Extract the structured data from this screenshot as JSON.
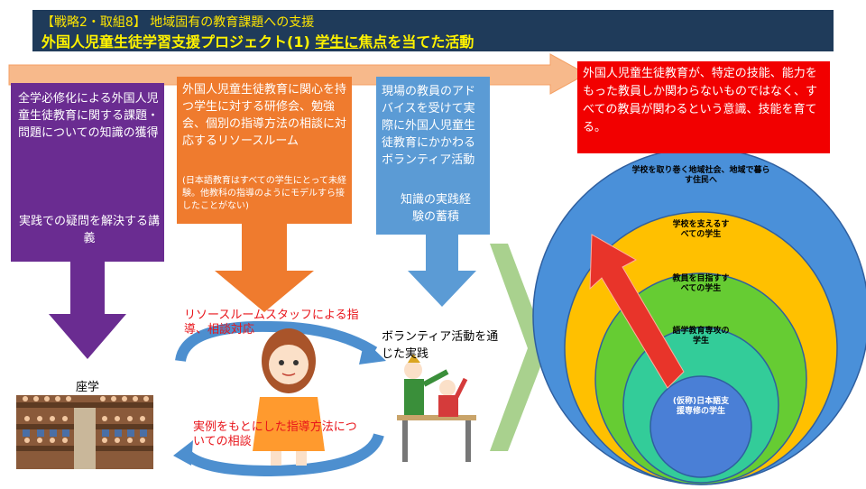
{
  "header": {
    "subtitle": "【戦略2・取組8】 地域固有の教育課題への支援",
    "title_main": "外国人児童生徒学習支援プロジェクト(1) ",
    "title_underlined": "学生に",
    "title_tail": "焦点を当てた活動"
  },
  "col1": {
    "text1": "全学必修化による外国人児童生徒教育に関する課題・問題についての知識の獲得",
    "text2": "実践での疑問を解決する講義",
    "caption": "座学"
  },
  "col2": {
    "text1": "外国人児童生徒教育に関心を持つ学生に対する研修会、勉強会、個別の指導方法の相談に対応するリソースルーム",
    "note": "(日本語教育はすべての学生にとって未経験。他教科の指導のようにモデルすら接したことがない)",
    "red_top": "リソースルームスタッフによる指導、相談対応",
    "red_bottom": "実例をもとにした指導方法についての相談"
  },
  "col3": {
    "text1": "現場の教員のアドバイスを受けて実際に外国人児童生徒教育にかかわるボランティア活動",
    "text2": "知識の実践経験の蓄積",
    "caption": "ボランティア活動を通じた実践"
  },
  "goal": "外国人児童生徒教育が、特定の技能、能力をもった教員しか関わらないものではなく、すべての教員が関わるという意識、技能を育てる。",
  "rings": [
    "学校を取り巻く地域社会、地域で暮らす住民へ",
    "学校を支えるすべての学生",
    "教員を目指すすべての学生",
    "語学教育専攻の学生",
    "(仮称)日本語支援専修の学生"
  ],
  "colors": {
    "header_bg": "#1f3b5a",
    "header_text": "#fff200",
    "purple": "#6a2c91",
    "orange": "#ef7b2e",
    "blue": "#5b9bd5",
    "red": "#f20000",
    "ring_outer": "#4a90d9",
    "ring_yellow": "#ffc000",
    "ring_green": "#66cc33",
    "ring_teal": "#33cc99",
    "ring_inner": "#4a7fd6"
  }
}
